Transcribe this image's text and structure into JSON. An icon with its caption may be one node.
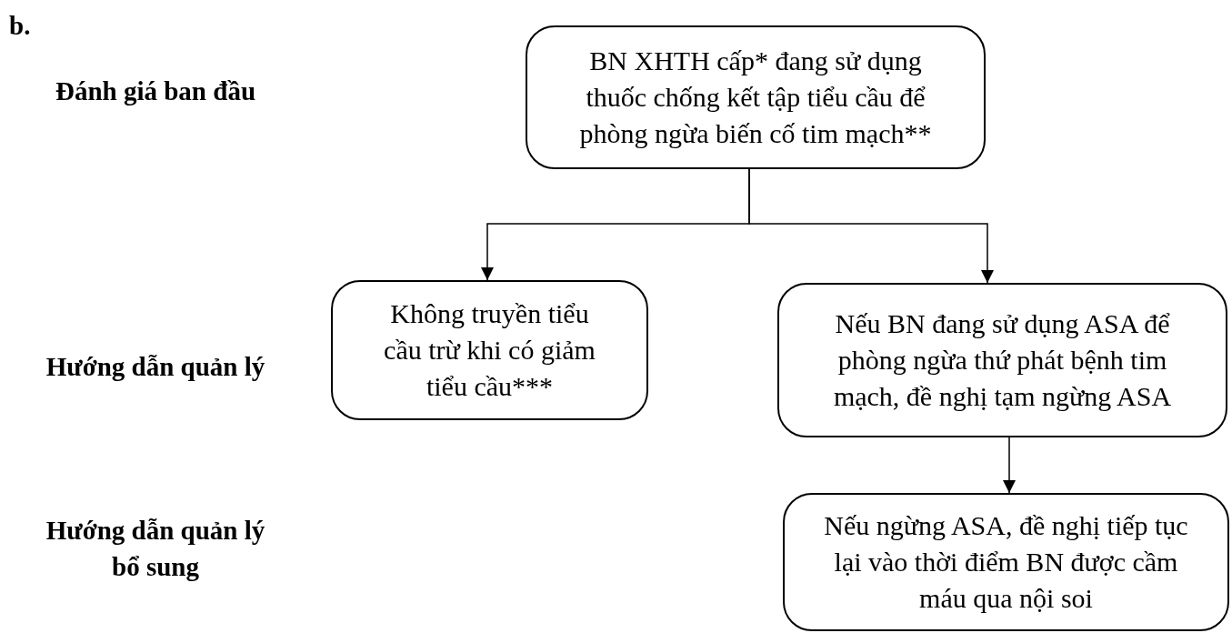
{
  "diagram": {
    "nodes": [
      {
        "text": [
          "BN XHTH cấp* đang sử dụng thuốc chống kết tập tiểu cầu để phòng ngừa biến cố tim mạch**"
        ]
      },
      {
        "text": [
          "Không truyền tiểu cầu trừ khi có giảm tiểu cầu***"
        ]
      },
      {
        "text": [
          "Nếu BN đang sử dụng ASA để phòng ngừa thứ phát bệnh tim mạch, đề nghị tạm ngừng ASA"
        ]
      },
      {
        "text": [
          "Nếu ngừng ASA, đề nghị tiếp tục lại vào thời điểm BN được cầm máu qua nội soi"
        ]
      }
    ],
    "edges": [
      {
        "from": 0,
        "to": 1,
        "arrow": "to"
      },
      {
        "from": 0,
        "to": 2,
        "arrow": "to"
      },
      {
        "from": 2,
        "to": 3,
        "arrow": "to"
      }
    ],
    "labels": [
      "b.",
      "Đánh giá ban đầu",
      "Hướng dẫn quản lý",
      "Hướng dẫn quản lý bổ sung"
    ]
  }
}
